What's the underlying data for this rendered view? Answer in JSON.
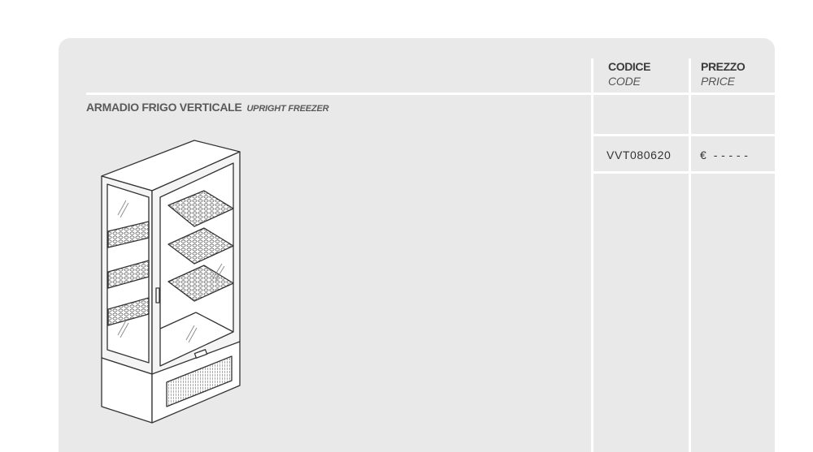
{
  "table": {
    "headers": {
      "code": {
        "label_it": "CODICE",
        "label_en": "CODE"
      },
      "price": {
        "label_it": "PREZZO",
        "label_en": "PRICE"
      }
    },
    "product": {
      "name_it": "ARMADIO FRIGO VERTICALE",
      "name_en": "UPRIGHT FREEZER",
      "code": "VVT080620",
      "currency": "€",
      "price": "- - - - -"
    }
  },
  "colors": {
    "card_background": "#e9e9e9",
    "separator": "#ffffff",
    "text": "#3b3b3b"
  },
  "icons": {
    "product_image": "upright-glass-display-freezer-drawing"
  }
}
